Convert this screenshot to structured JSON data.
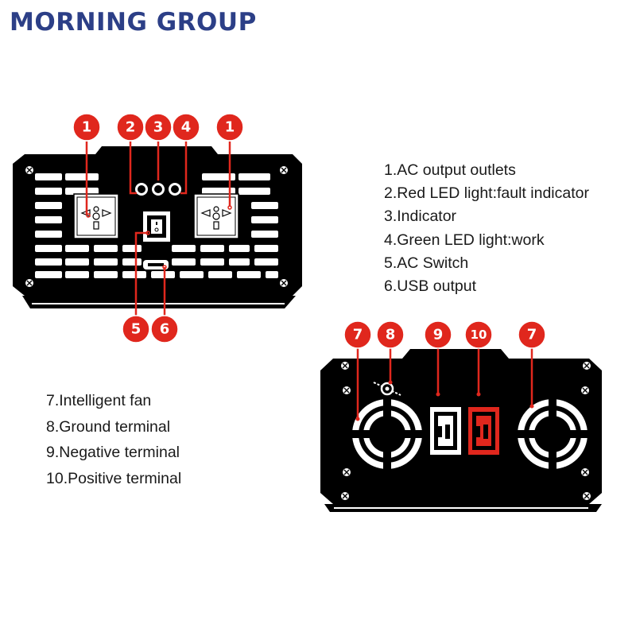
{
  "brand": {
    "name": "MORNING GROUP",
    "color": "#2c3f87"
  },
  "accent_color": "#e0271d",
  "front_panel": {
    "callouts": [
      "1",
      "2",
      "3",
      "4",
      "1",
      "5",
      "6"
    ],
    "legend": [
      "1.AC output outlets",
      "2.Red LED light:fault indicator",
      "3.Indicator",
      "4.Green LED light:work",
      "5.AC Switch",
      "6.USB output"
    ]
  },
  "rear_panel": {
    "callouts": [
      "7",
      "8",
      "9",
      "10",
      "7"
    ],
    "legend": [
      "7.Intelligent fan",
      "8.Ground terminal",
      "9.Negative terminal",
      "10.Positive terminal"
    ]
  }
}
